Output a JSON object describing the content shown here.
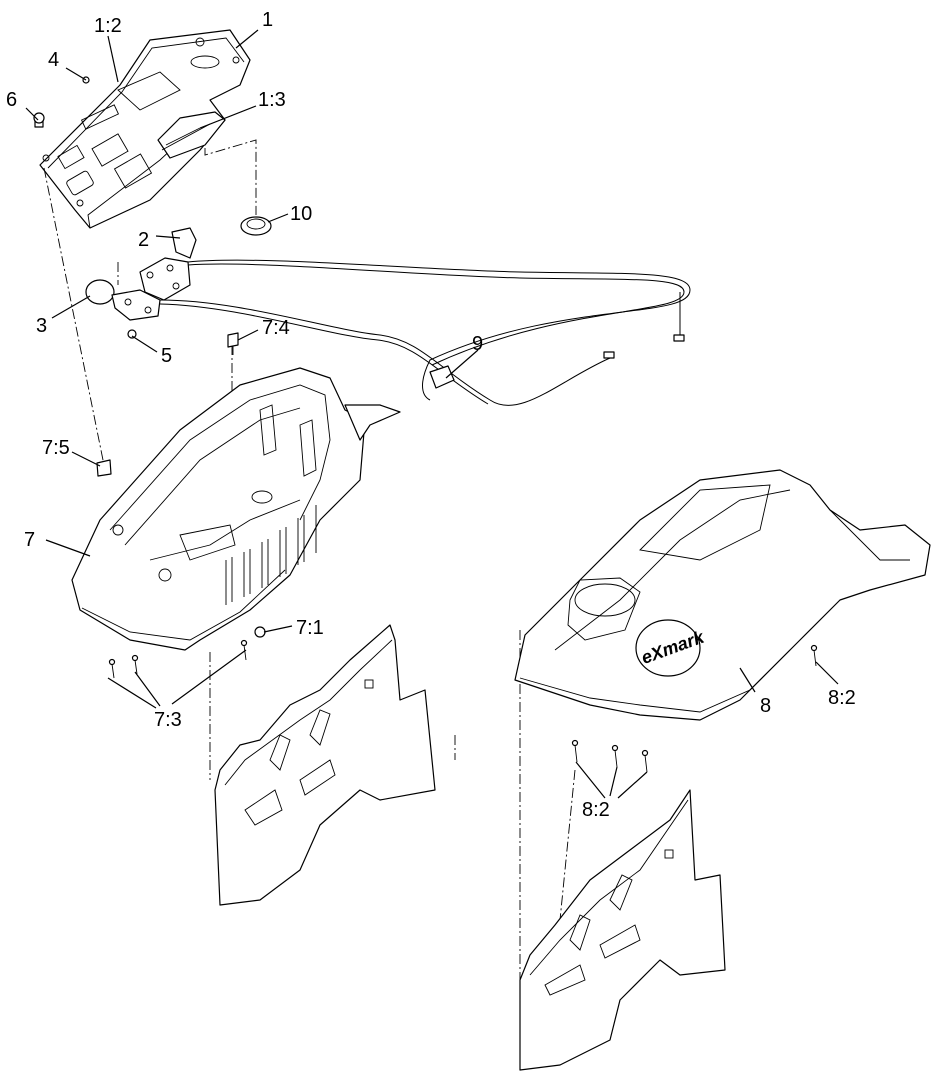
{
  "brand": {
    "logo_text": "eXmark"
  },
  "callouts": [
    {
      "id": "1",
      "label": "1"
    },
    {
      "id": "1-2",
      "label": "1:2"
    },
    {
      "id": "4",
      "label": "4"
    },
    {
      "id": "6",
      "label": "6"
    },
    {
      "id": "1-3",
      "label": "1:3"
    },
    {
      "id": "10",
      "label": "10"
    },
    {
      "id": "2",
      "label": "2"
    },
    {
      "id": "3",
      "label": "3"
    },
    {
      "id": "7-4",
      "label": "7:4"
    },
    {
      "id": "5",
      "label": "5"
    },
    {
      "id": "9",
      "label": "9"
    },
    {
      "id": "7-5",
      "label": "7:5"
    },
    {
      "id": "7",
      "label": "7"
    },
    {
      "id": "7-1",
      "label": "7:1"
    },
    {
      "id": "7-3",
      "label": "7:3"
    },
    {
      "id": "8",
      "label": "8"
    },
    {
      "id": "8-2-a",
      "label": "8:2"
    },
    {
      "id": "8-2-b",
      "label": "8:2"
    }
  ]
}
